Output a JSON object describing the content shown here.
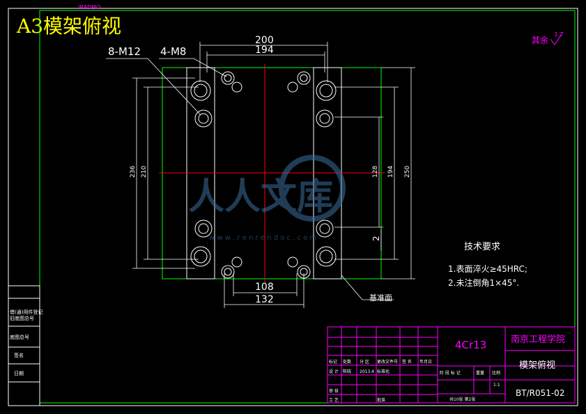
{
  "title": "A3模架俯视",
  "title_small": "IRADMO",
  "watermark": {
    "brand": "人人文库",
    "url": "w w w . r e n r e n d o c . c o m"
  },
  "dimensions": {
    "thread_large": "8-M12",
    "thread_small": "4-M8",
    "width_overall": "200",
    "width_inner": "194",
    "bottom_inner": "108",
    "bottom_outer": "132",
    "left_outer": "236",
    "left_inner": "210",
    "right_a": "128",
    "right_b": "194",
    "right_c": "250",
    "right_small": "2",
    "datum_label": "基准面"
  },
  "surface_finish": {
    "label": "其余",
    "value": "3.2"
  },
  "tech_requirements": {
    "heading": "技术要求",
    "items": [
      "1.表面淬火≥45HRC;",
      "2.未注倒角1×45°."
    ]
  },
  "title_block": {
    "material": "4Cr13",
    "school": "南京工程学院",
    "part_name": "模架俯视",
    "drawing_no": "BT/R051-02",
    "scale": "1:1",
    "sheet_info": "共10张 第2张",
    "date": "2013.4",
    "labels": {
      "mark": "标记",
      "count": "处数",
      "zone": "分 区",
      "change_doc": "更改文件号",
      "sign": "签 名",
      "ymd": "年月日",
      "design": "设 计",
      "designer": "陈晓",
      "standardize": "标准化",
      "check": "审 核",
      "process": "工 艺",
      "approve": "批准",
      "stage_mark": "阶 段 标 记",
      "weight": "重量",
      "scale_label": "比例"
    }
  },
  "left_strip": {
    "items": [
      "借(通)用件登记",
      "旧底图总号",
      "底图总号",
      "签名",
      "日期"
    ]
  }
}
